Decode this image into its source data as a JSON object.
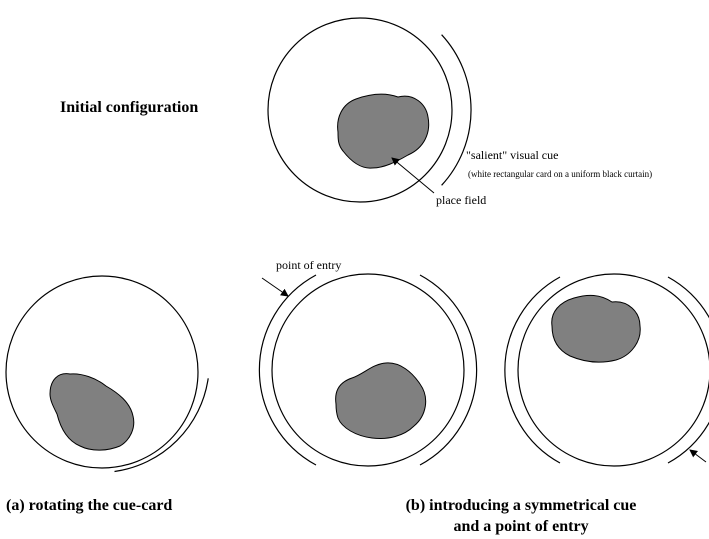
{
  "labels": {
    "initial": "Initial configuration",
    "salient_cue": "\"salient\" visual cue",
    "cue_note": "(white rectangular card on a uniform black curtain)",
    "place_field": "place field",
    "point_of_entry": "point of entry",
    "caption_a": "(a) rotating the cue-card",
    "caption_b_line1": "(b) introducing a symmetrical cue",
    "caption_b_line2": "and a point of entry"
  },
  "colors": {
    "place_field": "#808080",
    "stroke": "#000000",
    "background": "#ffffff"
  }
}
